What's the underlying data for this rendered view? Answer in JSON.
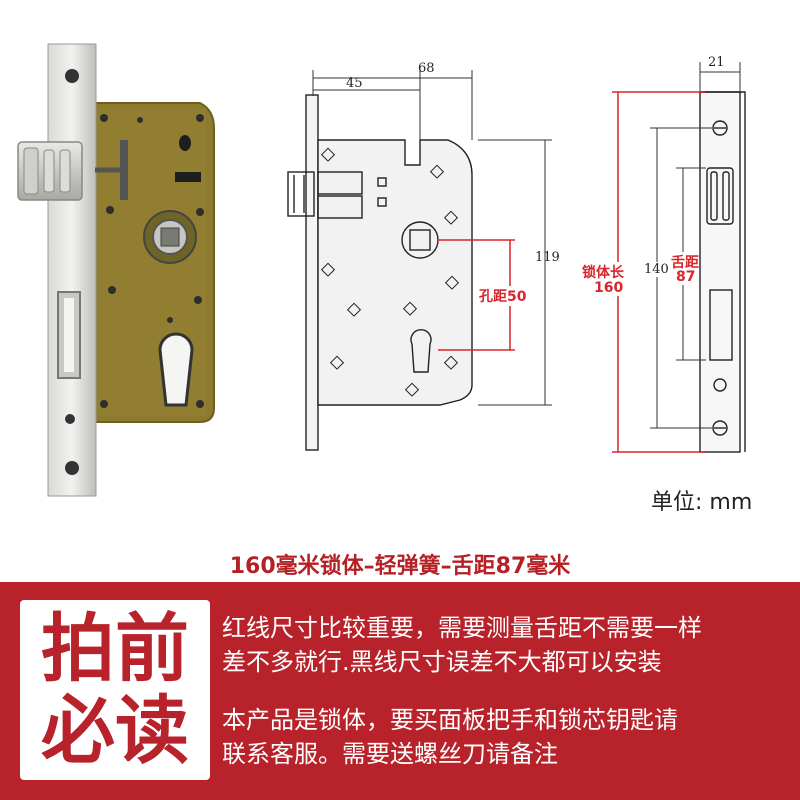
{
  "drawing": {
    "dim_45": "45",
    "dim_68": "68",
    "dim_21": "21",
    "dim_119": "119",
    "dim_140": "140",
    "hole_distance": "孔距50",
    "body_length_label": "锁体长",
    "body_length_value": "160",
    "tongue_distance_label": "舌距",
    "tongue_distance_value": "87"
  },
  "unit": "单位: mm",
  "product_title": "160毫米锁体–轻弹簧–舌距87毫米",
  "banner": {
    "must_read_1": "拍前",
    "must_read_2": "必读",
    "notice_1a": "红线尺寸比较重要，需要测量舌距不需要一样",
    "notice_1b": "差不多就行.黑线尺寸误差不大都可以安装",
    "notice_2a": "本产品是锁体，要买面板把手和锁芯钥匙请",
    "notice_2b": "联系客服。需要送螺丝刀请备注"
  },
  "colors": {
    "red": "#d8262c",
    "banner": "#b8222a",
    "gold": "#8c7a2e"
  }
}
